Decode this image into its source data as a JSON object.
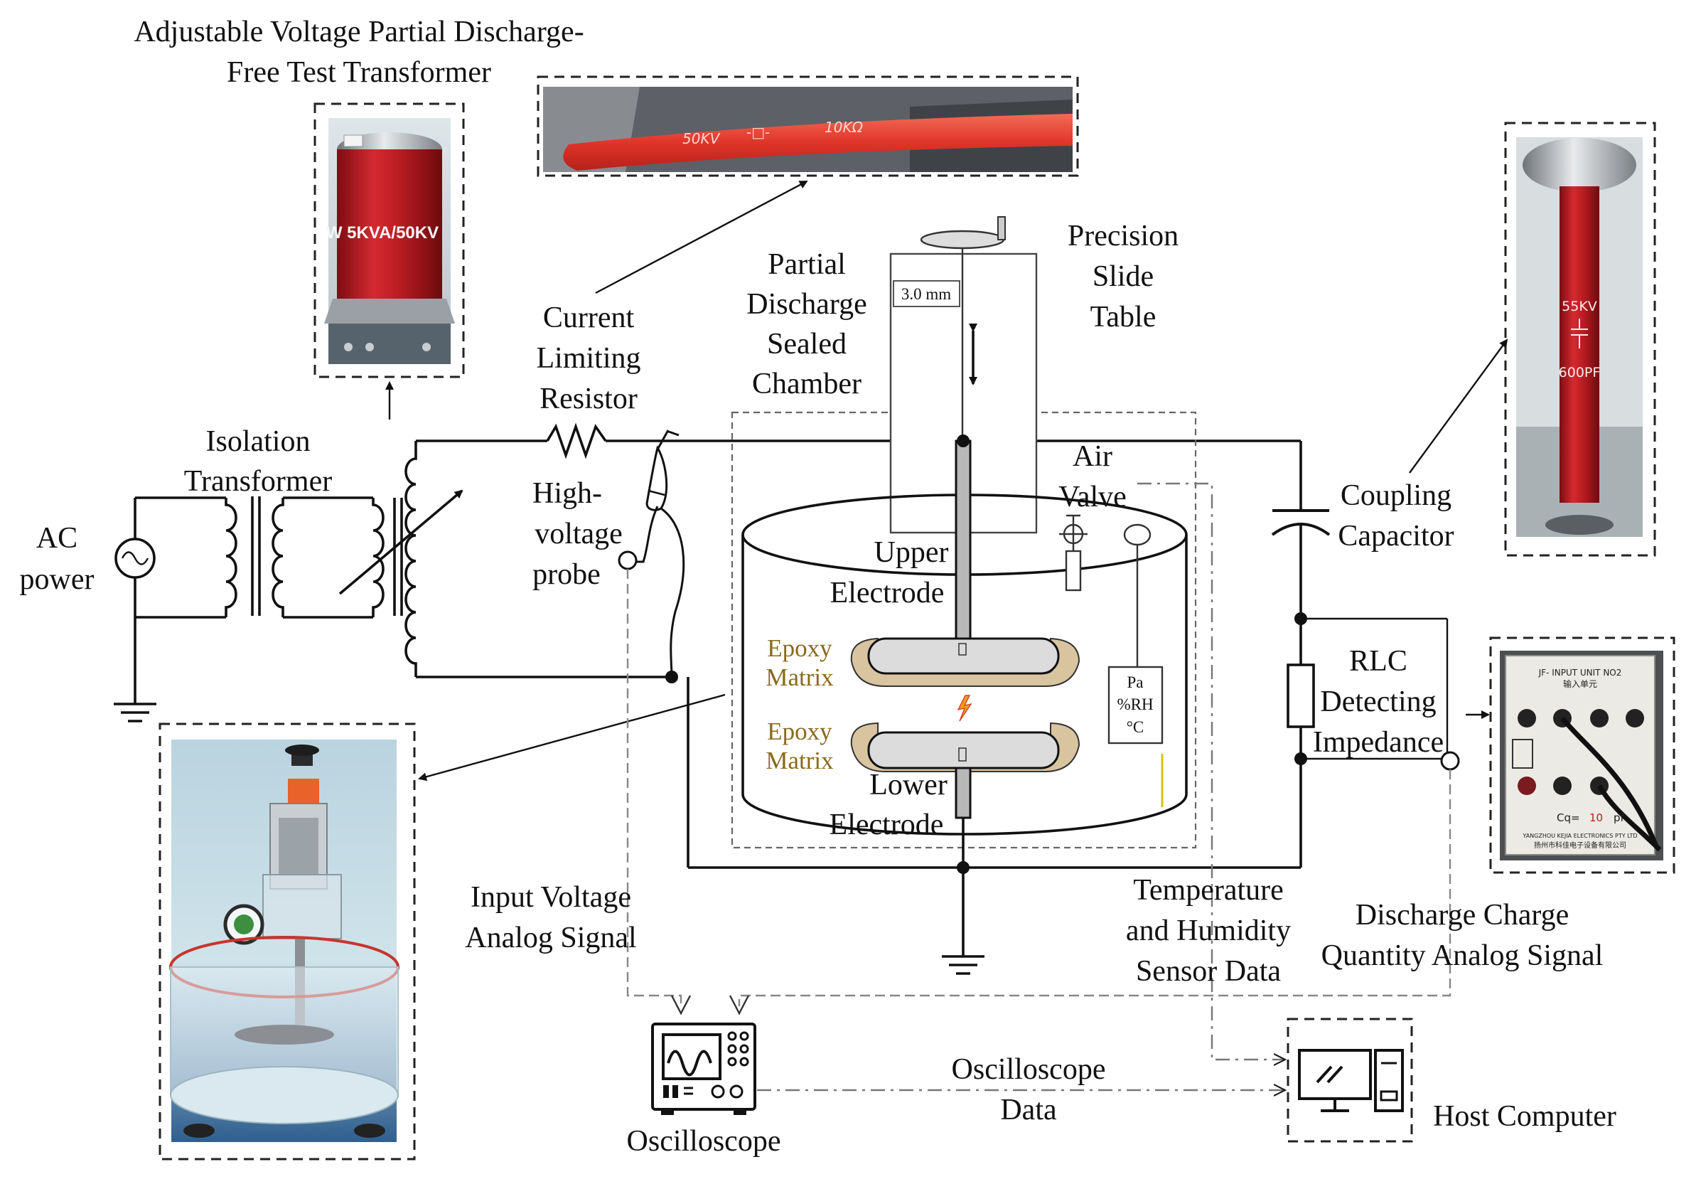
{
  "labels": {
    "transformer_photo_title_1": "Adjustable Voltage Partial Discharge-",
    "transformer_photo_title_2": "Free Test Transformer",
    "isolation_1": "Isolation",
    "isolation_2": "Transformer",
    "ac_1": "AC",
    "ac_2": "power",
    "resistor_1": "Current",
    "resistor_2": "Limiting",
    "resistor_3": "Resistor",
    "probe_1": "High-",
    "probe_2": "voltage",
    "probe_3": "probe",
    "chamber_1": "Partial",
    "chamber_2": "Discharge",
    "chamber_3": "Sealed",
    "chamber_4": "Chamber",
    "slide_1": "Precision",
    "slide_2": "Slide",
    "slide_3": "Table",
    "slide_readout": "3.0 mm",
    "air_1": "Air",
    "air_2": "Valve",
    "upper_1": "Upper",
    "upper_2": "Electrode",
    "lower_1": "Lower",
    "lower_2": "Electrode",
    "epoxy_top_1": "Epoxy",
    "epoxy_top_2": "Matrix",
    "epoxy_bot_1": "Epoxy",
    "epoxy_bot_2": "Matrix",
    "sensor_pa": "Pa",
    "sensor_rh": "%RH",
    "sensor_c": "°C",
    "coupling_1": "Coupling",
    "coupling_2": "Capacitor",
    "rlc_1": "RLC",
    "rlc_2": "Detecting",
    "rlc_3": "Impedance",
    "input_signal_1": "Input Voltage",
    "input_signal_2": "Analog Signal",
    "temp_1": "Temperature",
    "temp_2": "and Humidity",
    "temp_3": "Sensor Data",
    "discharge_1": "Discharge Charge",
    "discharge_2": "Quantity Analog Signal",
    "oscilloscope": "Oscilloscope",
    "osc_data_1": "Oscilloscope",
    "osc_data_2": "Data",
    "host": "Host Computer"
  },
  "photos": {
    "transformer_marking": "W 5KVA/50KV",
    "resistor_voltage": "50KV",
    "resistor_symbol": "-□-",
    "resistor_value": "10KΩ",
    "capacitor_voltage": "55KV",
    "capacitor_value": "600PF",
    "input_unit_title": "JF- INPUT UNIT NO2",
    "input_unit_subtitle": "输入单元",
    "input_unit_cq_label": "Cq=",
    "input_unit_cq_value": "10",
    "input_unit_cq_unit": "pf",
    "input_unit_maker": "YANGZHOU KEJIA ELECTRONICS PTY LTD",
    "input_unit_maker_cn": "扬州市科佳电子设备有限公司"
  },
  "colors": {
    "wire": "#111111",
    "signal": "#888888",
    "epoxy": "#d9c4a0",
    "epoxy_text": "#8a6a1a",
    "photo_red": "#c41f24",
    "spark": "#e8a317"
  }
}
